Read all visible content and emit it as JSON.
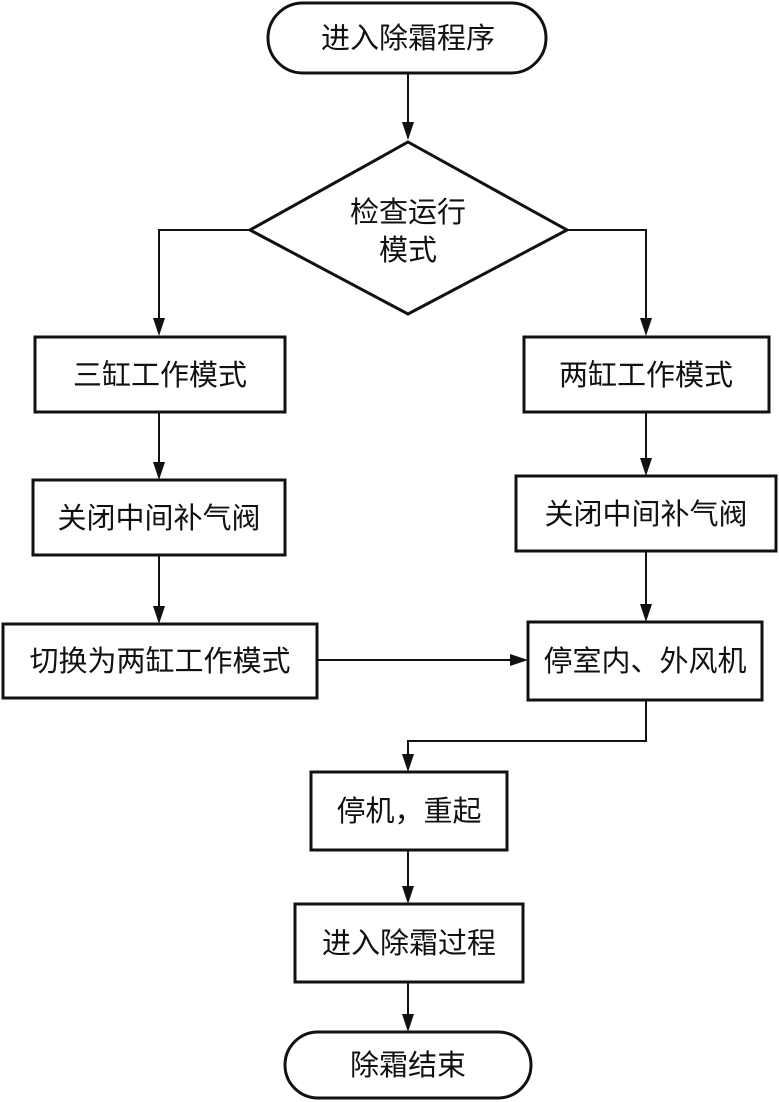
{
  "nodes": {
    "start": "进入除霜程序",
    "check_mode_line1": "检查运行",
    "check_mode_line2": "模式",
    "three_cyl_mode": "三缸工作模式",
    "two_cyl_mode": "两缸工作模式",
    "close_valve_left": "关闭中间补气阀",
    "close_valve_right": "关闭中间补气阀",
    "switch_to_two_cyl": "切换为两缸工作模式",
    "stop_fans": "停室内、外风机",
    "stop_restart": "停机，重起",
    "enter_defrost": "进入除霜过程",
    "end": "除霜结束"
  },
  "colors": {
    "stroke": "#111111",
    "background": "#ffffff"
  }
}
